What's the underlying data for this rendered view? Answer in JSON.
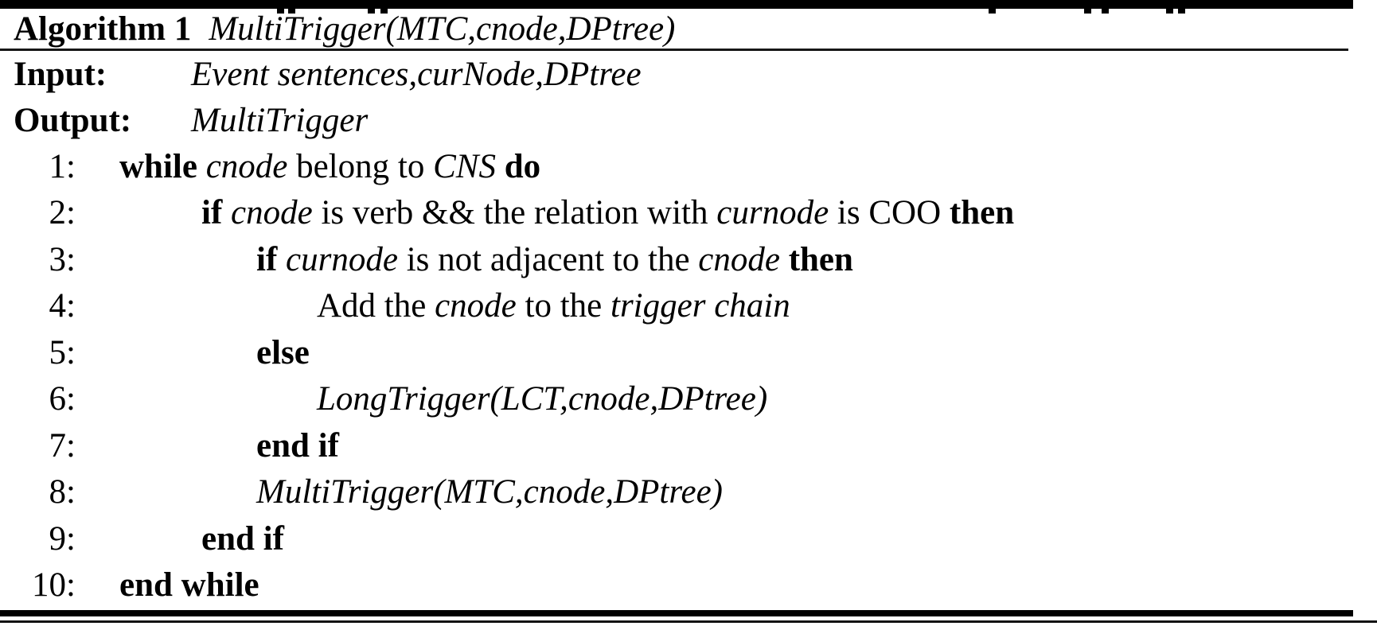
{
  "page": {
    "background": "#ffffff",
    "text_color": "#000000"
  },
  "algorithm": {
    "header": {
      "label": "Algorithm 1",
      "title": "MultiTrigger(MTC,cnode,DPtree)"
    },
    "io": [
      {
        "label": "Input:",
        "value": "Event sentences,curNode,DPtree"
      },
      {
        "label": "Output:",
        "value": "MultiTrigger"
      }
    ],
    "lines": [
      {
        "num": "1:",
        "indent": 0,
        "segments": [
          {
            "t": "while ",
            "s": "b"
          },
          {
            "t": "cnode",
            "s": "i"
          },
          {
            "t": " belong to ",
            "s": "r"
          },
          {
            "t": "CNS",
            "s": "i"
          },
          {
            "t": " ",
            "s": "r"
          },
          {
            "t": "do",
            "s": "b"
          }
        ]
      },
      {
        "num": "2:",
        "indent": 1,
        "segments": [
          {
            "t": "if ",
            "s": "b"
          },
          {
            "t": "cnode",
            "s": "i"
          },
          {
            "t": " is verb && the relation with ",
            "s": "r"
          },
          {
            "t": "curnode",
            "s": "i"
          },
          {
            "t": " is COO ",
            "s": "r"
          },
          {
            "t": "then",
            "s": "b"
          }
        ]
      },
      {
        "num": "3:",
        "indent": 2,
        "segments": [
          {
            "t": "if ",
            "s": "b"
          },
          {
            "t": "curnode",
            "s": "i"
          },
          {
            "t": " is not adjacent to the ",
            "s": "r"
          },
          {
            "t": "cnode",
            "s": "i"
          },
          {
            "t": " ",
            "s": "r"
          },
          {
            "t": "then",
            "s": "b"
          }
        ]
      },
      {
        "num": "4:",
        "indent": 3,
        "segments": [
          {
            "t": "Add the ",
            "s": "r"
          },
          {
            "t": "cnode",
            "s": "i"
          },
          {
            "t": " to the ",
            "s": "r"
          },
          {
            "t": "trigger chain",
            "s": "i"
          }
        ]
      },
      {
        "num": "5:",
        "indent": 2,
        "segments": [
          {
            "t": "else",
            "s": "b"
          }
        ]
      },
      {
        "num": "6:",
        "indent": 3,
        "segments": [
          {
            "t": "LongTrigger(LCT,cnode,DPtree)",
            "s": "i"
          }
        ]
      },
      {
        "num": "7:",
        "indent": 2,
        "segments": [
          {
            "t": "end if",
            "s": "b"
          }
        ]
      },
      {
        "num": "8:",
        "indent": 2,
        "segments": [
          {
            "t": "MultiTrigger(MTC,cnode,DPtree)",
            "s": "i"
          }
        ]
      },
      {
        "num": "9:",
        "indent": 1,
        "segments": [
          {
            "t": "end if",
            "s": "b"
          }
        ]
      },
      {
        "num": "10:",
        "indent": 0,
        "segments": [
          {
            "t": "end while",
            "s": "b"
          }
        ]
      }
    ]
  }
}
